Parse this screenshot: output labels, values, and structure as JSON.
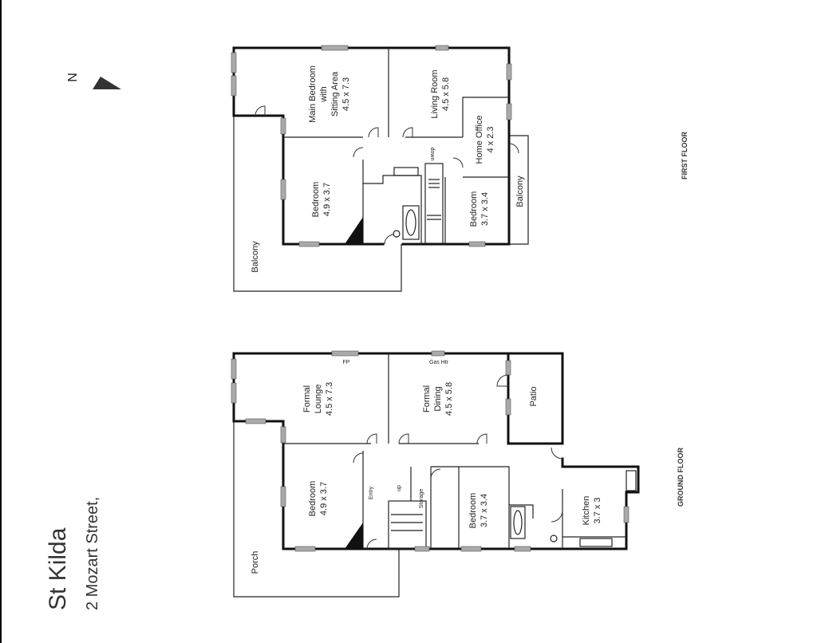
{
  "property": {
    "suburb": "St Kilda",
    "address": "2 Mozart Street,"
  },
  "compass": {
    "label": "N"
  },
  "first_floor": {
    "title": "FIRST FLOOR",
    "rooms": [
      {
        "name": "Main Bedroom",
        "name2": "with",
        "name3": "Sitting Area",
        "size": "4.5 x 7.3"
      },
      {
        "name": "Living Room",
        "size": "4.5 x 5.8"
      },
      {
        "name": "Home Office",
        "size": "4 x 2.3"
      },
      {
        "name": "Bedroom",
        "size": "4.9 x 3.7"
      },
      {
        "name": "Bedroom",
        "size": "3.7 x 3.4"
      },
      {
        "name": "Balcony"
      },
      {
        "name": "Balcony"
      }
    ],
    "stair_label": "down"
  },
  "ground_floor": {
    "title": "GROUND FLOOR",
    "rooms": [
      {
        "name": "Formal",
        "name2": "Lounge",
        "size": "4.5 x 7.3"
      },
      {
        "name": "Formal",
        "name2": "Dining",
        "size": "4.5 x 5.8"
      },
      {
        "name": "Patio"
      },
      {
        "name": "Bedroom",
        "size": "4.9 x 3.7"
      },
      {
        "name": "Entry"
      },
      {
        "name": "Storage"
      },
      {
        "name": "Bedroom",
        "size": "3.7 x 3.4"
      },
      {
        "name": "Kitchen",
        "size": "3.7 x 3"
      },
      {
        "name": "Porch"
      }
    ],
    "fixtures": {
      "fireplace": "FP",
      "gas_heater": "Gas Htr"
    },
    "stair_label": "up"
  }
}
